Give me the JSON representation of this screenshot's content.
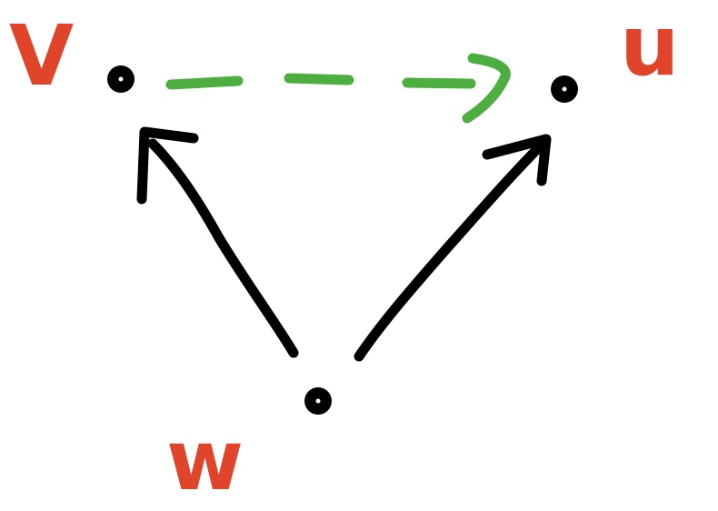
{
  "colors": {
    "label": "#e0442b",
    "node": "#000000",
    "solid_edge": "#000000",
    "dashed_edge": "#4cae3f"
  },
  "nodes": {
    "v": {
      "label": "V"
    },
    "u": {
      "label": "u"
    },
    "w": {
      "label": "w"
    }
  },
  "edges": [
    {
      "from": "w",
      "to": "v",
      "style": "solid"
    },
    {
      "from": "w",
      "to": "u",
      "style": "solid"
    },
    {
      "from": "v",
      "to": "u",
      "style": "dashed"
    }
  ]
}
